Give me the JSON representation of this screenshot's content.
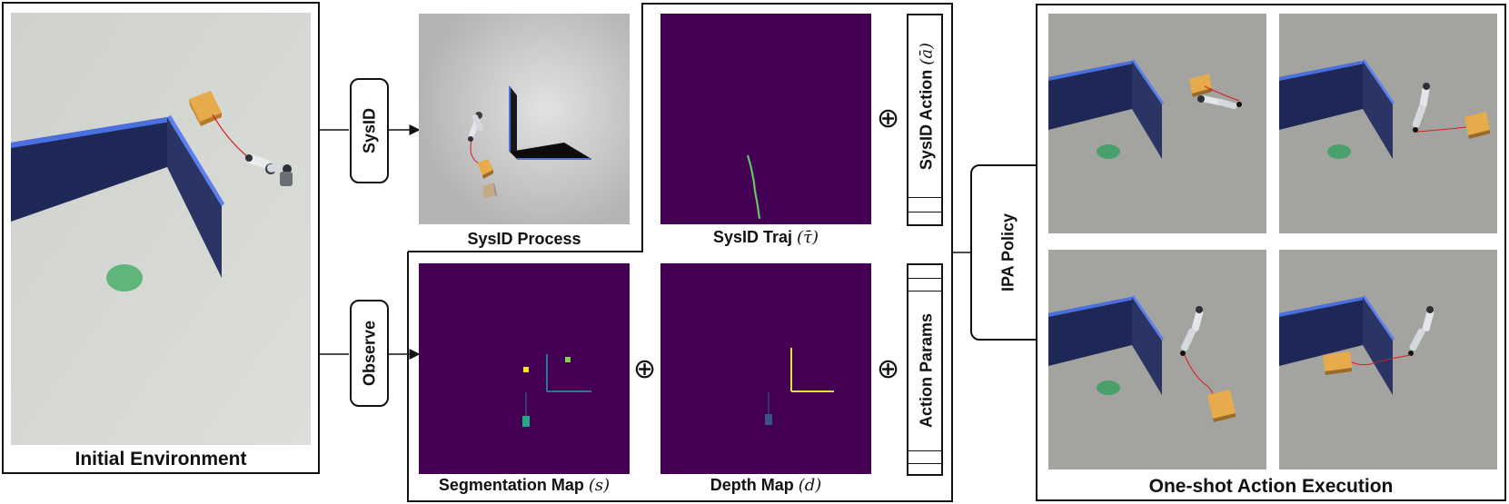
{
  "captions": {
    "initial_environment": "Initial Environment",
    "sysid_process": "SysID Process",
    "sysid_traj": "SysID Traj",
    "sysid_traj_symbol": "(τ̄)",
    "segmentation_map": "Segmentation Map",
    "segmentation_symbol": "(s)",
    "depth_map": "Depth Map",
    "depth_symbol": "(d)",
    "one_shot": "One-shot Action Execution"
  },
  "pills": {
    "sysid": "SysID",
    "observe": "Observe",
    "ipa_policy": "IPA Policy"
  },
  "vectors": {
    "sysid_action": "SysID Action",
    "sysid_action_symbol": "(ā)",
    "action_params": "Action Params"
  },
  "symbols": {
    "concat": "⊕"
  },
  "colors": {
    "viridis_bg": "#440154",
    "wall_blue": "#1f2a55",
    "wall_edge": "#4a6fe0",
    "box_orange": "#e3a446",
    "target_green": "#5fb57a",
    "floor_light": "#d7d9d4",
    "floor_gray": "#a6a7a2"
  }
}
